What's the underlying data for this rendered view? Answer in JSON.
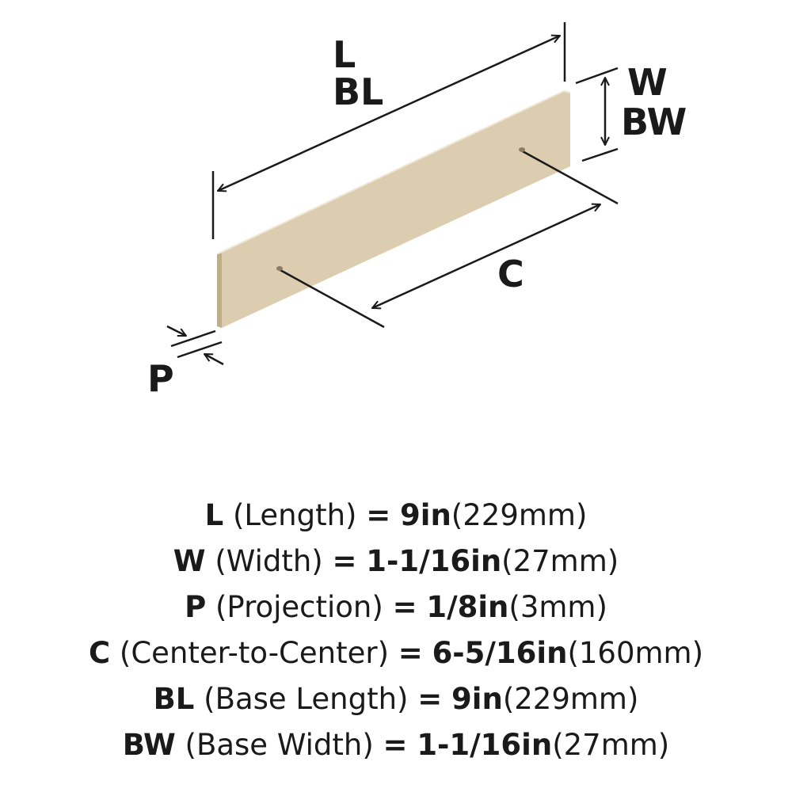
{
  "diagram": {
    "labels": {
      "length": "L",
      "base_length": "BL",
      "width": "W",
      "base_width": "BW",
      "center": "C",
      "projection": "P"
    },
    "colors": {
      "finish": "#dccdb0",
      "finish_edge": "#bfae8c",
      "line": "#1a1a1a"
    }
  },
  "specs": [
    {
      "code": "L",
      "name": "(Length)",
      "eq": "=",
      "imperial": "9in",
      "metric": "(229mm)"
    },
    {
      "code": "W",
      "name": "(Width)",
      "eq": "=",
      "imperial": "1-1/16in",
      "metric": "(27mm)"
    },
    {
      "code": "P",
      "name": "(Projection)",
      "eq": "=",
      "imperial": "1/8in",
      "metric": "(3mm)"
    },
    {
      "code": "C",
      "name": "(Center-to-Center)",
      "eq": "=",
      "imperial": "6-5/16in",
      "metric": "(160mm)"
    },
    {
      "code": "BL",
      "name": "(Base Length)",
      "eq": "=",
      "imperial": "9in",
      "metric": "(229mm)"
    },
    {
      "code": "BW",
      "name": "(Base Width)",
      "eq": "=",
      "imperial": "1-1/16in",
      "metric": "(27mm)"
    }
  ]
}
